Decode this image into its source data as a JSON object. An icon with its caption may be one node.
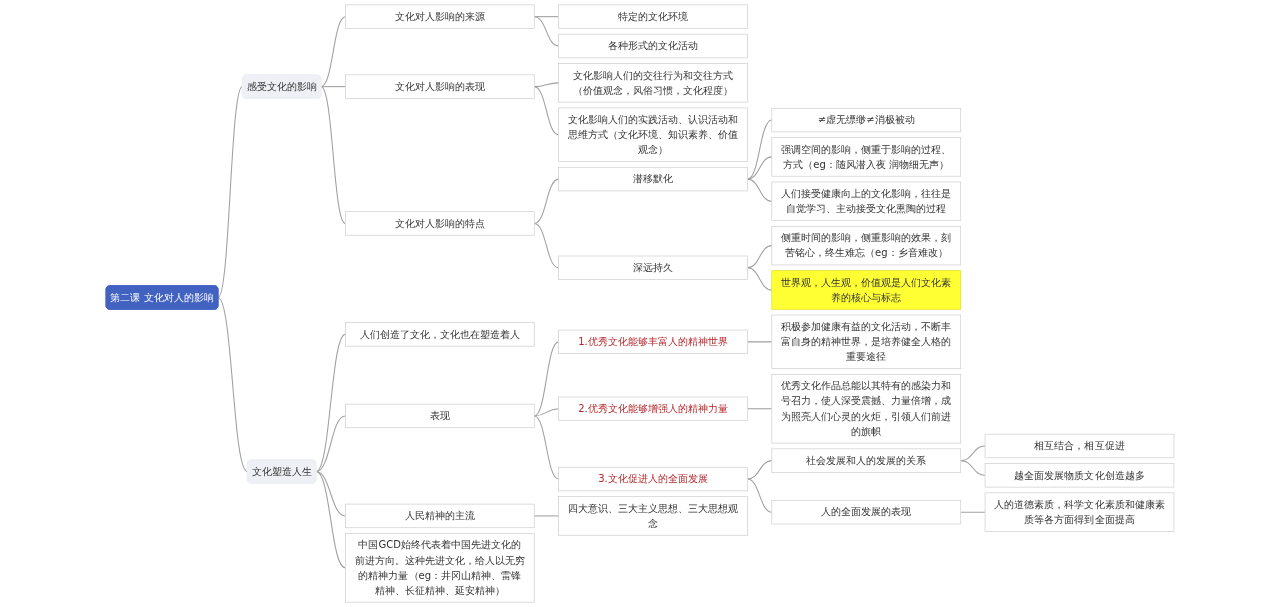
{
  "diagram": {
    "nodes": [
      {
        "text": [
          "第二课 文化对人的影响"
        ]
      },
      {
        "text": [
          "感受文化的影响"
        ]
      },
      {
        "text": [
          "文化对人影响的来源"
        ]
      },
      {
        "text": [
          "特定的文化环境"
        ]
      },
      {
        "text": [
          "各种形式的文化活动"
        ]
      },
      {
        "text": [
          "文化对人影响的表现"
        ]
      },
      {
        "text": [
          "文化影响人们的交往行为和交往方式（价值观念，风俗习惯，文化程度）"
        ]
      },
      {
        "text": [
          "文化影响人们的实践活动、认识活动和思维方式（文化环境、知识素养、价值观念）"
        ]
      },
      {
        "text": [
          "文化对人影响的特点"
        ]
      },
      {
        "text": [
          "潜移默化"
        ]
      },
      {
        "text": [
          "≠虚无缥缈≠消极被动"
        ]
      },
      {
        "text": [
          "强调空间的影响，侧重于影响的过程、方式（eg：随风潜入夜 润物细无声）"
        ]
      },
      {
        "text": [
          "人们接受健康向上的文化影响，往往是自觉学习、主动接受文化熏陶的过程"
        ]
      },
      {
        "text": [
          "深远持久"
        ]
      },
      {
        "text": [
          "侧重时间的影响，侧重影响的效果，刻苦铭心，终生难忘（eg：乡音难改）"
        ]
      },
      {
        "text": [
          "世界观，人生观，价值观是人们文化素养的核心与标志"
        ]
      },
      {
        "text": [
          "文化塑造人生"
        ]
      },
      {
        "text": [
          "人们创造了文化，文化也在塑造着人"
        ]
      },
      {
        "text": [
          "表现"
        ]
      },
      {
        "text": [
          "1.优秀文化能够丰富人的精神世界"
        ]
      },
      {
        "text": [
          "积极参加健康有益的文化活动，不断丰富自身的精神世界，是培养健全人格的重要途径"
        ]
      },
      {
        "text": [
          "2.优秀文化能够增强人的精神力量"
        ]
      },
      {
        "text": [
          "优秀文化作品总能以其特有的感染力和号召力，使人深受震撼、力量倍增，成为照亮人们心灵的火炬，引领人们前进的旗帜"
        ]
      },
      {
        "text": [
          "3.文化促进人的全面发展"
        ]
      },
      {
        "text": [
          "社会发展和人的发展的关系"
        ]
      },
      {
        "text": [
          "相互结合，相互促进"
        ]
      },
      {
        "text": [
          "越全面发展物质文化创造越多"
        ]
      },
      {
        "text": [
          "人的全面发展的表现"
        ]
      },
      {
        "text": [
          "人的道德素质，科学文化素质和健康素质等各方面得到全面提高"
        ]
      },
      {
        "text": [
          "人民精神的主流"
        ]
      },
      {
        "text": [
          "四大意识、三大主义思想、三大思想观念"
        ]
      },
      {
        "text": [
          "中国GCD始终代表着中国先进文化的前进方向。这种先进文化，给人以无穷的精神力量（eg：井冈山精神、雷锋精神、长征精神、延安精神）"
        ]
      }
    ],
    "edges": [
      {
        "from": 0,
        "to": 1,
        "arrow": "none"
      },
      {
        "from": 0,
        "to": 16,
        "arrow": "none"
      },
      {
        "from": 1,
        "to": 2,
        "arrow": "none"
      },
      {
        "from": 1,
        "to": 5,
        "arrow": "none"
      },
      {
        "from": 1,
        "to": 8,
        "arrow": "none"
      },
      {
        "from": 2,
        "to": 3,
        "arrow": "none"
      },
      {
        "from": 2,
        "to": 4,
        "arrow": "none"
      },
      {
        "from": 5,
        "to": 6,
        "arrow": "none"
      },
      {
        "from": 5,
        "to": 7,
        "arrow": "none"
      },
      {
        "from": 8,
        "to": 9,
        "arrow": "none"
      },
      {
        "from": 8,
        "to": 13,
        "arrow": "none"
      },
      {
        "from": 9,
        "to": 10,
        "arrow": "none"
      },
      {
        "from": 9,
        "to": 11,
        "arrow": "none"
      },
      {
        "from": 9,
        "to": 12,
        "arrow": "none"
      },
      {
        "from": 13,
        "to": 14,
        "arrow": "none"
      },
      {
        "from": 13,
        "to": 15,
        "arrow": "none"
      },
      {
        "from": 16,
        "to": 17,
        "arrow": "none"
      },
      {
        "from": 16,
        "to": 18,
        "arrow": "none"
      },
      {
        "from": 16,
        "to": 29,
        "arrow": "none"
      },
      {
        "from": 16,
        "to": 31,
        "arrow": "none"
      },
      {
        "from": 18,
        "to": 19,
        "arrow": "none"
      },
      {
        "from": 18,
        "to": 21,
        "arrow": "none"
      },
      {
        "from": 18,
        "to": 23,
        "arrow": "none"
      },
      {
        "from": 19,
        "to": 20,
        "arrow": "none"
      },
      {
        "from": 21,
        "to": 22,
        "arrow": "none"
      },
      {
        "from": 23,
        "to": 24,
        "arrow": "none"
      },
      {
        "from": 23,
        "to": 27,
        "arrow": "none"
      },
      {
        "from": 24,
        "to": 25,
        "arrow": "none"
      },
      {
        "from": 24,
        "to": 26,
        "arrow": "none"
      },
      {
        "from": 27,
        "to": 28,
        "arrow": "none"
      },
      {
        "from": 29,
        "to": 30,
        "arrow": "none"
      }
    ]
  }
}
